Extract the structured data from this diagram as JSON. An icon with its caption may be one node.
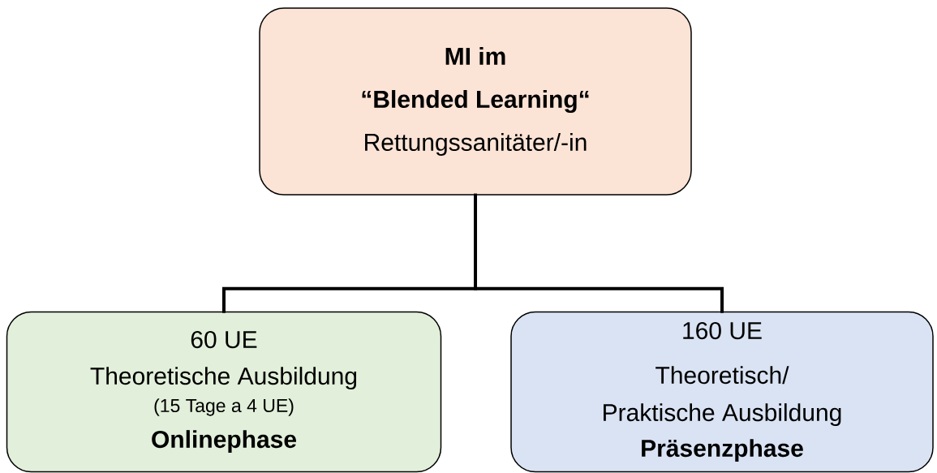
{
  "diagram": {
    "nodes": [
      {
        "text": [
          "MI im",
          "“Blended Learning“",
          "Rettungssanitäter/-in"
        ]
      },
      {
        "text": [
          "60 UE",
          "Theoretische Ausbildung",
          "(15 Tage a 4 UE)",
          "Onlinephase"
        ]
      },
      {
        "text": [
          "160 UE",
          "Theoretisch/ Praktische Ausbildung",
          "Präsenzphase"
        ]
      }
    ],
    "edges": [
      {
        "from": 0,
        "to": 1,
        "arrow": "none"
      },
      {
        "from": 0,
        "to": 2,
        "arrow": "none"
      }
    ]
  }
}
